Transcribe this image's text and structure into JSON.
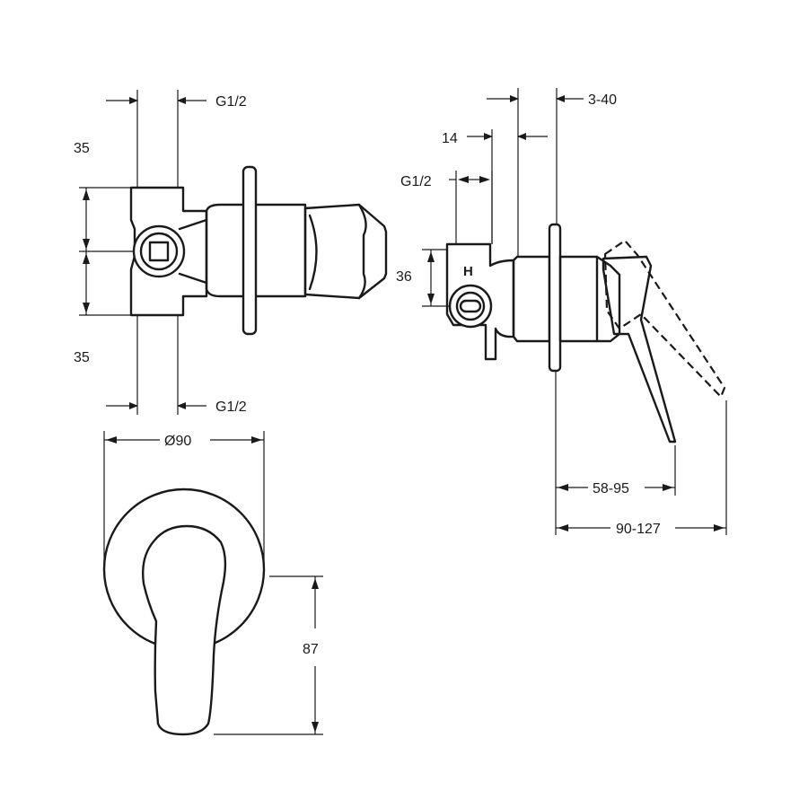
{
  "dimensions": {
    "inlet_top": "G1/2",
    "inlet_bottom": "G1/2",
    "offset_top": "35",
    "offset_bottom": "35",
    "flange_diameter": "Ø90",
    "handle_height": "87",
    "wall_range": "3-40",
    "depth_14": "14",
    "side_inlet": "G1/2",
    "side_height": "36",
    "lever_reach": "58-95",
    "lever_reach_max": "90-127"
  },
  "markings": {
    "hot": "H"
  }
}
